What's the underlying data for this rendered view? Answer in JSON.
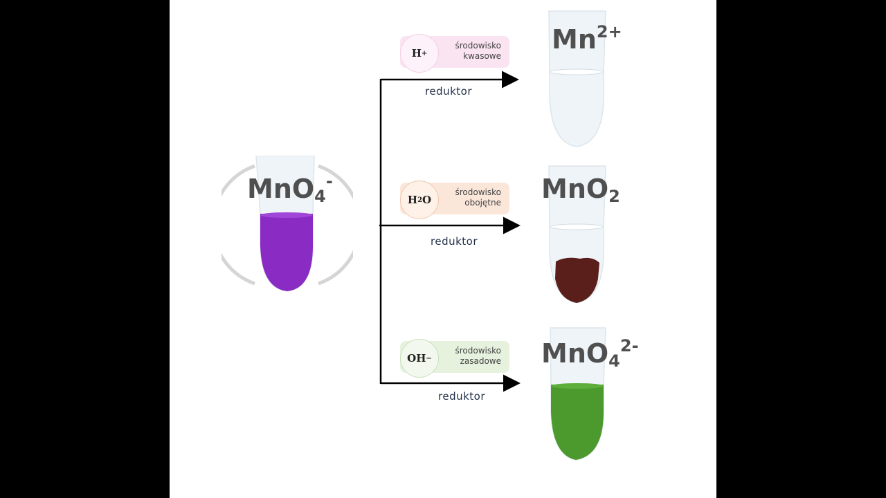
{
  "source": {
    "formula": "MnO",
    "sub": "4",
    "sup": "-"
  },
  "branches": [
    {
      "ion": {
        "main": "H",
        "sub": "",
        "sup": "+"
      },
      "env_line1": "środowisko",
      "env_line2": "kwasowe",
      "arrow_label": "reduktor",
      "product": {
        "main": "Mn",
        "sub": "",
        "sup": "2+"
      },
      "pill_color": "#fbe4f2",
      "circle_color": "#fdf2f9",
      "circle_border": "#f2cfe4"
    },
    {
      "ion": {
        "main": "H",
        "sub": "2",
        "sup": "",
        "tail": "O"
      },
      "env_line1": "środowisko",
      "env_line2": "obojętne",
      "arrow_label": "reduktor",
      "product": {
        "main": "MnO",
        "sub": "2",
        "sup": ""
      },
      "pill_color": "#fbe7da",
      "circle_color": "#fdf1e8",
      "circle_border": "#f1c7ab"
    },
    {
      "ion": {
        "main": "OH",
        "sub": "",
        "sup": "−"
      },
      "env_line1": "środowisko",
      "env_line2": "zasadowe",
      "arrow_label": "reduktor",
      "product": {
        "main": "MnO",
        "sub": "4",
        "sup": "2-"
      },
      "pill_color": "#e6f2de",
      "circle_color": "#f2f8ee",
      "circle_border": "#c9e0bb"
    }
  ],
  "colors": {
    "permanganate": "#8a2bc4",
    "manganese_dioxide": "#5a1f1a",
    "manganate": "#4c9a2e",
    "clear": "#eef4f8"
  }
}
